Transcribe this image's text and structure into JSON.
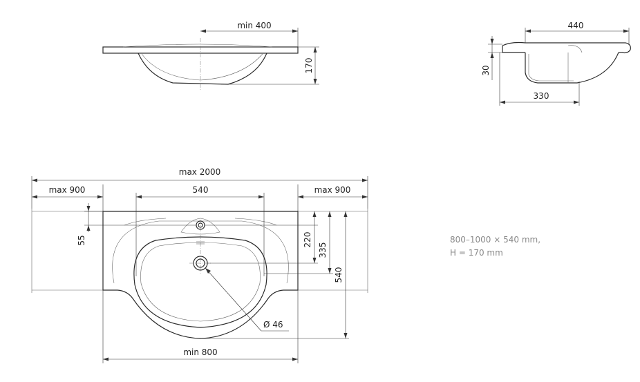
{
  "top_view": {
    "width_label": "min 400",
    "height_label": "170"
  },
  "side_view": {
    "depth_label": "440",
    "rim_label": "30",
    "bowl_label": "330"
  },
  "plan_view": {
    "total_width_label": "max 2000",
    "left_wing_label": "max 900",
    "right_wing_label": "max 900",
    "bowl_width_label": "540",
    "tap_offset_label": "55",
    "tap_depth_label": "220",
    "drain_depth_label": "335",
    "total_depth_label": "540",
    "drain_diameter_label": "Ø 46",
    "base_width_label": "min 800"
  },
  "spec": {
    "size_line": "800–1000 × 540 mm,",
    "height_line": "H = 170 mm"
  }
}
